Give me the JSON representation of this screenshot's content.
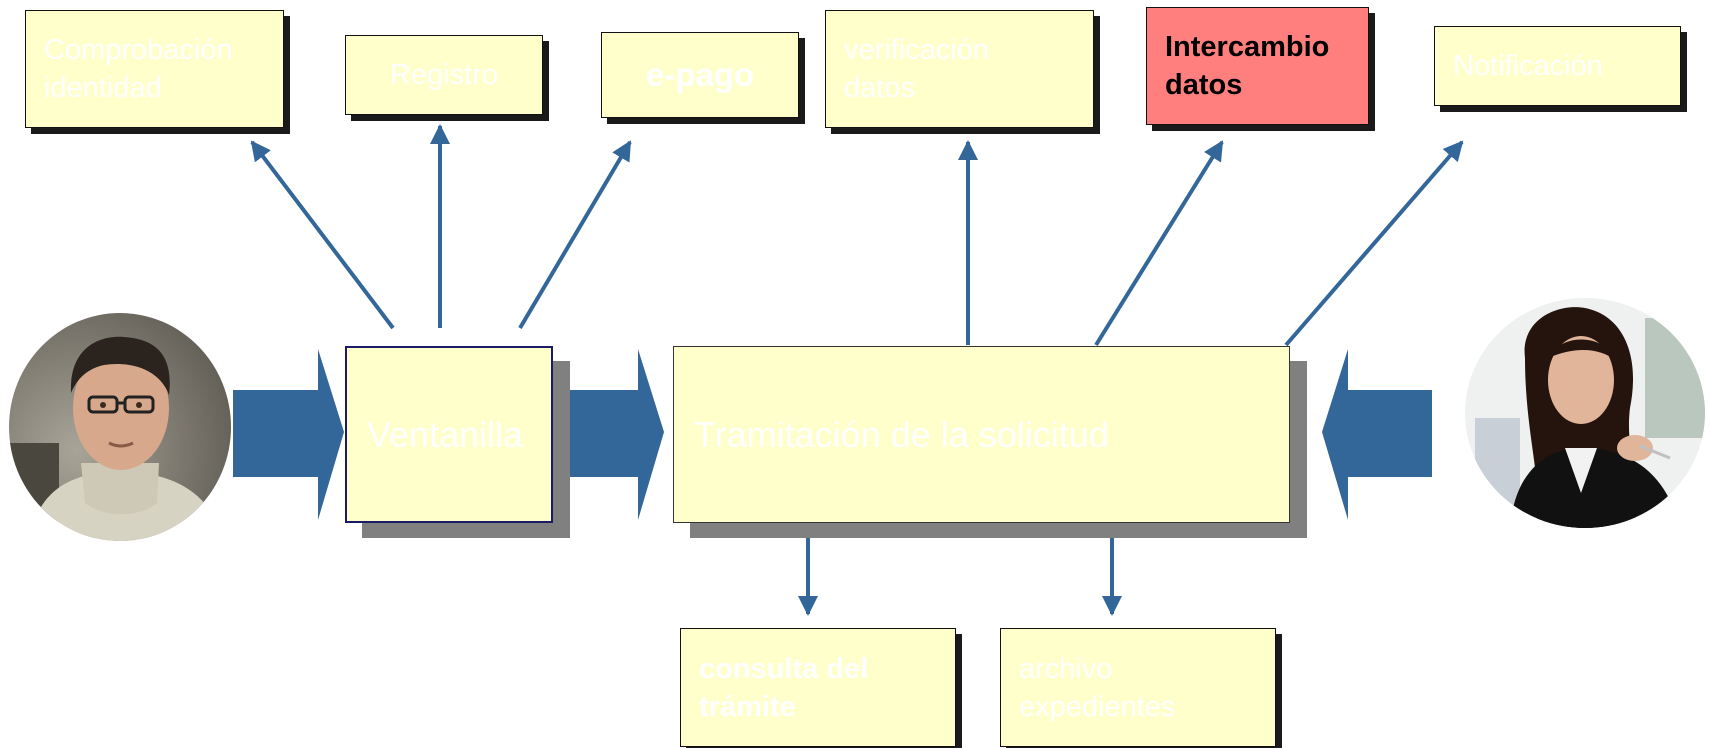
{
  "colors": {
    "box_fill": "#ffffcc",
    "highlight_fill": "#ff7f7f",
    "arrow": "#336699",
    "text_light": "#ffffff"
  },
  "services_top": [
    {
      "label": "Comprobación\nidentidad"
    },
    {
      "label": "Registro"
    },
    {
      "label": "e-pago"
    },
    {
      "label": "verificación\ndatos"
    },
    {
      "label": "Intercambio\ndatos"
    },
    {
      "label": "Notificación"
    }
  ],
  "ventanilla": {
    "label": "Ventanilla"
  },
  "tramitacion": {
    "label": "Tramitación de la solicitud"
  },
  "services_bottom": [
    {
      "label": "consulta del\ntrámite"
    },
    {
      "label": "archivo\nexpedientes"
    }
  ],
  "actors": {
    "citizen": {
      "icon": "citizen-photo"
    },
    "official": {
      "icon": "official-photo"
    }
  }
}
